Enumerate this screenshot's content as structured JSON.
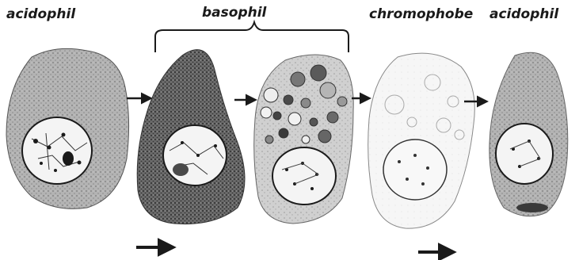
{
  "labels": {
    "cell1": "acidophil",
    "cell2_3": "basophil",
    "cell4": "chromophobe",
    "cell5": "acidophil"
  },
  "colors": {
    "ink": "#1a1a1a",
    "acidophil_cytoplasm": "#a9a9a9",
    "basophil_dark_cytoplasm": "#6f6f6f",
    "basophil_granular_cytoplasm": "#c9c9c9",
    "chromophobe_cytoplasm": "#f3f3f3",
    "nucleus": "#f4f4f4"
  }
}
